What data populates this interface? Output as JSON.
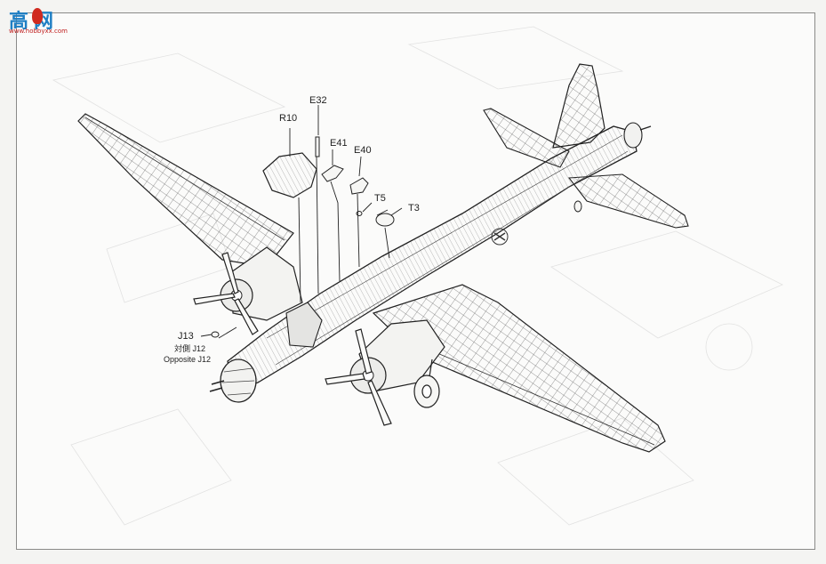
{
  "logo": {
    "chinese": "高网",
    "url": "www.hobbyxx.com"
  },
  "callouts": {
    "r10": "R10",
    "e32": "E32",
    "e41": "E41",
    "e40": "E40",
    "t5": "T5",
    "t3": "T3",
    "j13": "J13",
    "j12_cn": "対側 J12",
    "j12_en": "Opposite J12"
  }
}
